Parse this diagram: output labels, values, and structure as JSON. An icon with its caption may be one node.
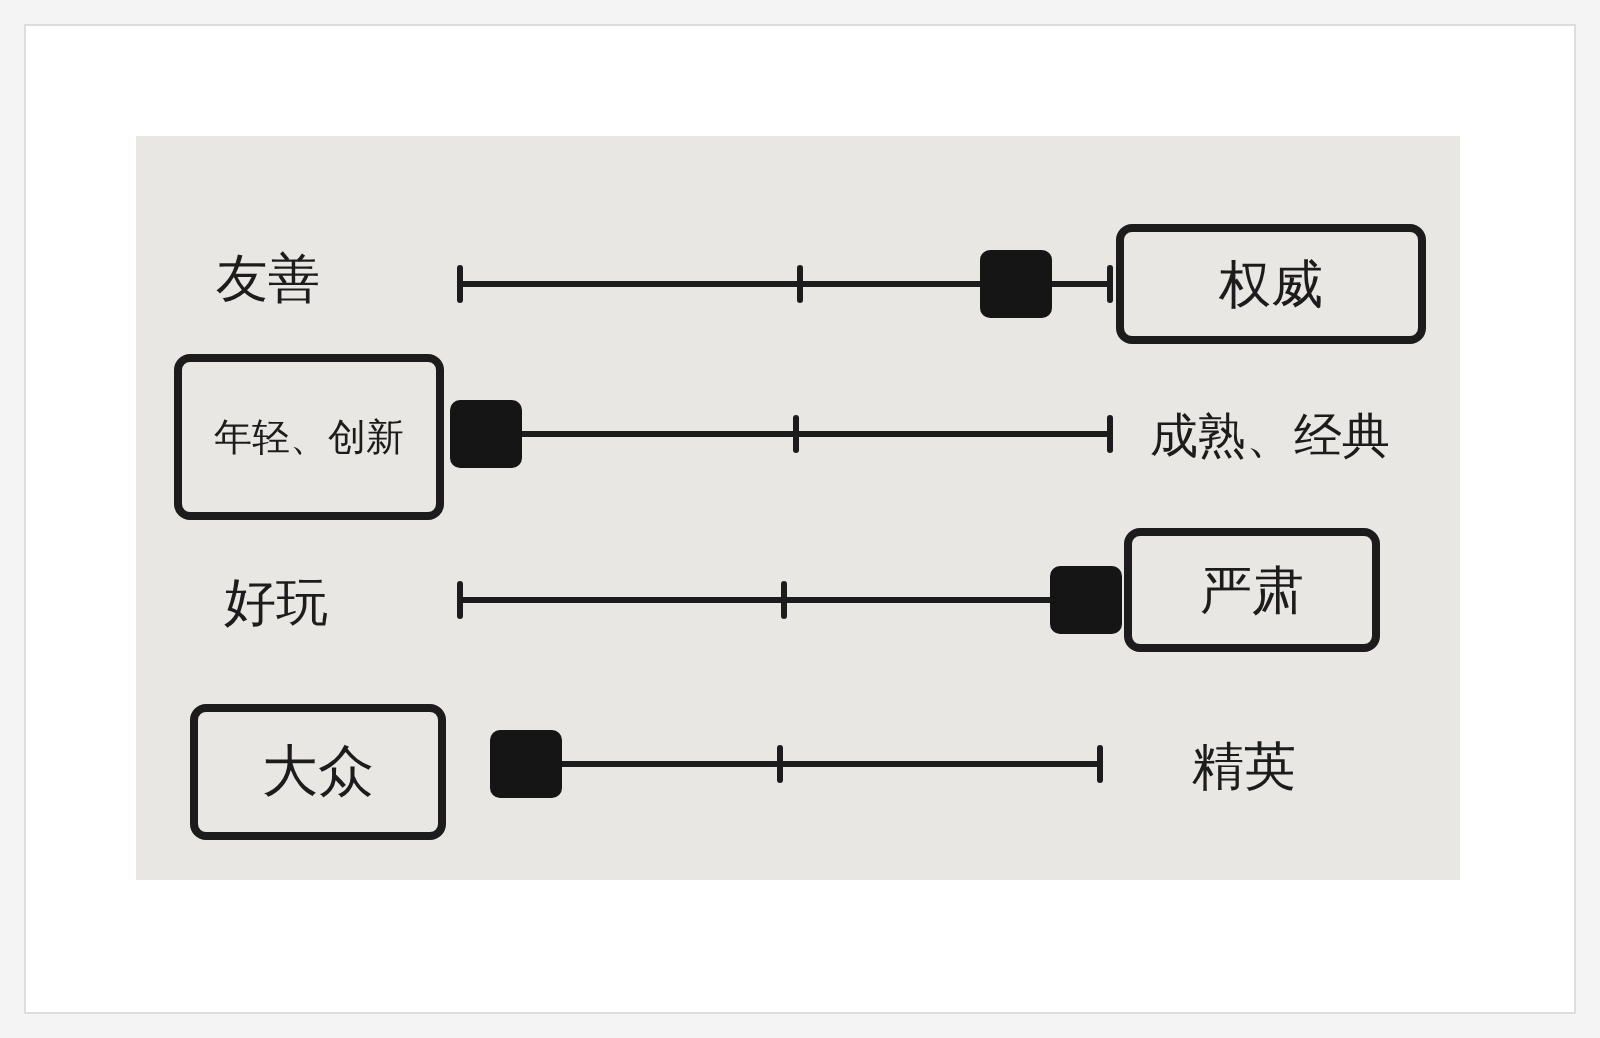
{
  "diagram": {
    "nodes": [
      {
        "text": [
          "权威"
        ]
      },
      {
        "text": [
          "年轻、创新"
        ]
      },
      {
        "text": [
          "严肃"
        ]
      },
      {
        "text": [
          "大众"
        ]
      }
    ],
    "labels": [
      "友善",
      "成熟、经典",
      "好玩",
      "精英"
    ]
  }
}
